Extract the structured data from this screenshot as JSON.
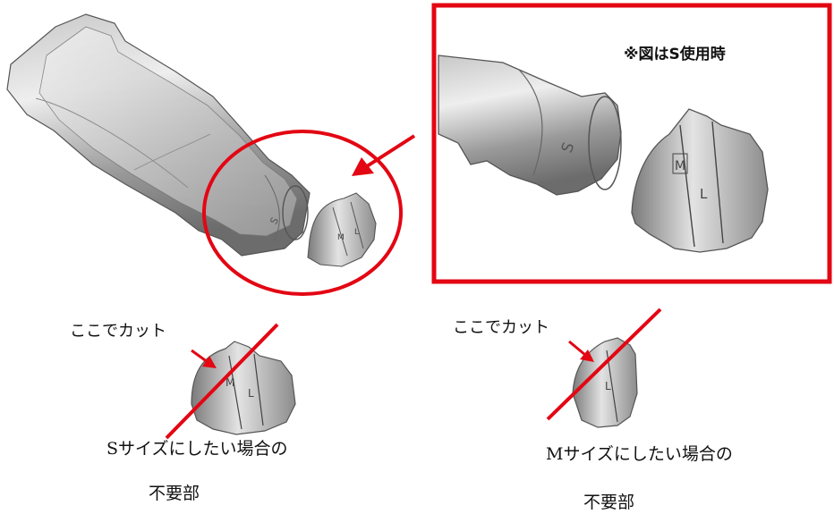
{
  "zoom_note": "※図はS使用時",
  "left_cut_label": "ここでカット",
  "right_cut_label": "ここでカット",
  "s_caption_line1": "Sサイズにしたい場合の",
  "s_caption_line2": "不要部",
  "m_caption_line1": "Mサイズにしたい場合の",
  "m_caption_line2": "不要部",
  "size_marks": {
    "s": "S",
    "m": "M",
    "l": "L"
  },
  "colors": {
    "highlight": "#e30613",
    "part_light": "#d9d9d9",
    "part_mid": "#a9a9a9",
    "part_dark": "#6f6f6f"
  }
}
